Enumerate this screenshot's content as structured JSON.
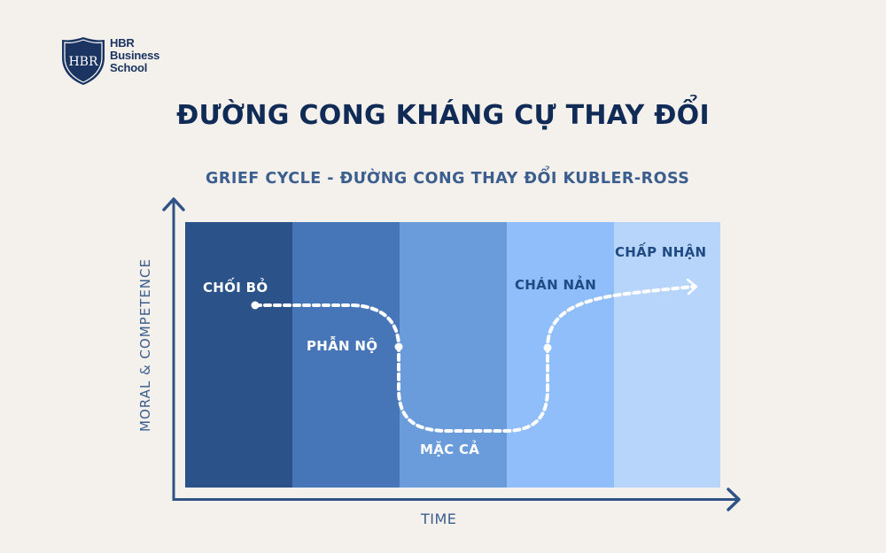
{
  "brand": {
    "logo_monogram": "HBR",
    "name_lines": [
      "HBR",
      "Business",
      "School"
    ],
    "color": "#1b3461"
  },
  "title": "ĐƯỜNG CONG KHÁNG CỰ THAY ĐỔI",
  "subtitle": "GRIEF CYCLE - ĐƯỜNG CONG THAY ĐỔI KUBLER-ROSS",
  "chart_data": {
    "type": "diagram",
    "title": "GRIEF CYCLE - ĐƯỜNG CONG THAY ĐỔI KUBLER-ROSS",
    "xlabel": "TIME",
    "ylabel": "MORAL & COMPETENCE",
    "stages": [
      {
        "label": "CHỐI BỎ",
        "color": "#2b5289",
        "level": "high"
      },
      {
        "label": "PHẪN NỘ",
        "color": "#4676b8",
        "level": "falling"
      },
      {
        "label": "MẶC CẢ",
        "color": "#6a9bda",
        "level": "low"
      },
      {
        "label": "CHÁN NẢN",
        "color": "#8fbefa",
        "level": "rising"
      },
      {
        "label": "CHẤP NHẬN",
        "color": "#b7d5fb",
        "level": "high"
      }
    ],
    "curve": "dotted S-curve: starts high at Chối bỏ, drops through Phẫn nộ to a trough at Mặc cả, rises through Chán nản, ends with arrow at Chấp nhận",
    "axis_color": "#2f5386",
    "curve_color": "#ffffff"
  }
}
